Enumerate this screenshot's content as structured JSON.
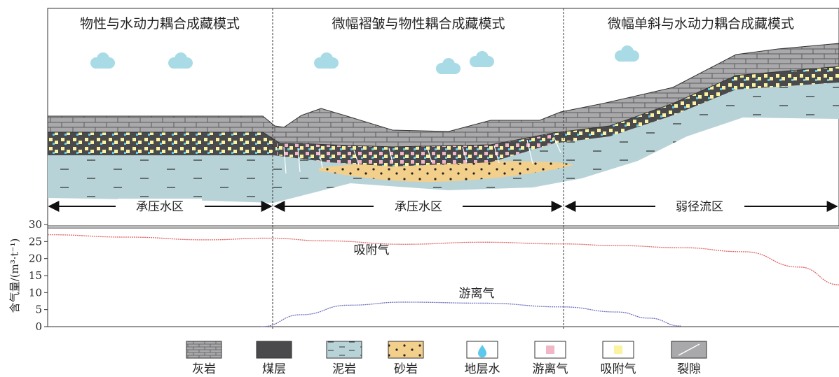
{
  "zones": [
    {
      "title": "物性与水动力耦合成藏模式",
      "area": "承压水区"
    },
    {
      "title": "微幅褶皱与物性耦合成藏模式",
      "area": "承压水区"
    },
    {
      "title": "微幅单斜与水动力耦合成藏模式",
      "area": "弱径流区"
    }
  ],
  "chart": {
    "ylabel": "含气量/(m³·t⁻¹)",
    "yticks": [
      "0",
      "5",
      "10",
      "15",
      "20",
      "25",
      "30"
    ],
    "ylim": [
      0,
      30
    ],
    "curves": [
      {
        "label": "吸附气",
        "color": "#e06666"
      },
      {
        "label": "游离气",
        "color": "#6f6fbf"
      }
    ]
  },
  "chart_data": {
    "type": "line",
    "ylabel": "含气量/(m³·t⁻¹)",
    "ylim": [
      0,
      30
    ],
    "series": [
      {
        "name": "吸附气",
        "x": [
          0,
          0.1,
          0.2,
          0.28,
          0.35,
          0.45,
          0.55,
          0.65,
          0.72,
          0.8,
          0.88,
          0.95,
          1.0
        ],
        "y": [
          27,
          26.3,
          25.5,
          26,
          25.2,
          24.2,
          24.8,
          24.3,
          23.8,
          23.2,
          22,
          17.5,
          12.3
        ]
      },
      {
        "name": "游离气",
        "x": [
          0.27,
          0.32,
          0.38,
          0.45,
          0.55,
          0.65,
          0.72,
          0.76,
          0.8
        ],
        "y": [
          0,
          3.5,
          6.3,
          7.2,
          6.9,
          5.8,
          4.3,
          2.5,
          0.2
        ]
      }
    ]
  },
  "legend": [
    {
      "label": "灰岩",
      "icon": "limestone-swatch"
    },
    {
      "label": "煤层",
      "icon": "coal-swatch"
    },
    {
      "label": "泥岩",
      "icon": "mudstone-swatch"
    },
    {
      "label": "砂岩",
      "icon": "sandstone-swatch"
    },
    {
      "label": "地层水",
      "icon": "water-drop-icon"
    },
    {
      "label": "游离气",
      "icon": "free-gas-icon"
    },
    {
      "label": "吸附气",
      "icon": "adsorbed-gas-icon"
    },
    {
      "label": "裂隙",
      "icon": "fracture-icon"
    }
  ],
  "colors": {
    "limestone": "#a9a9ab",
    "coal": "#4a4a4c",
    "mudstone": "#b8d3d7",
    "sandstone": "#f3cf8c",
    "water": "#5cc8ec",
    "free_gas": "#f2b6c7",
    "adsorbed_gas": "#fbf3a0",
    "cloud": "#a9dbe6"
  }
}
